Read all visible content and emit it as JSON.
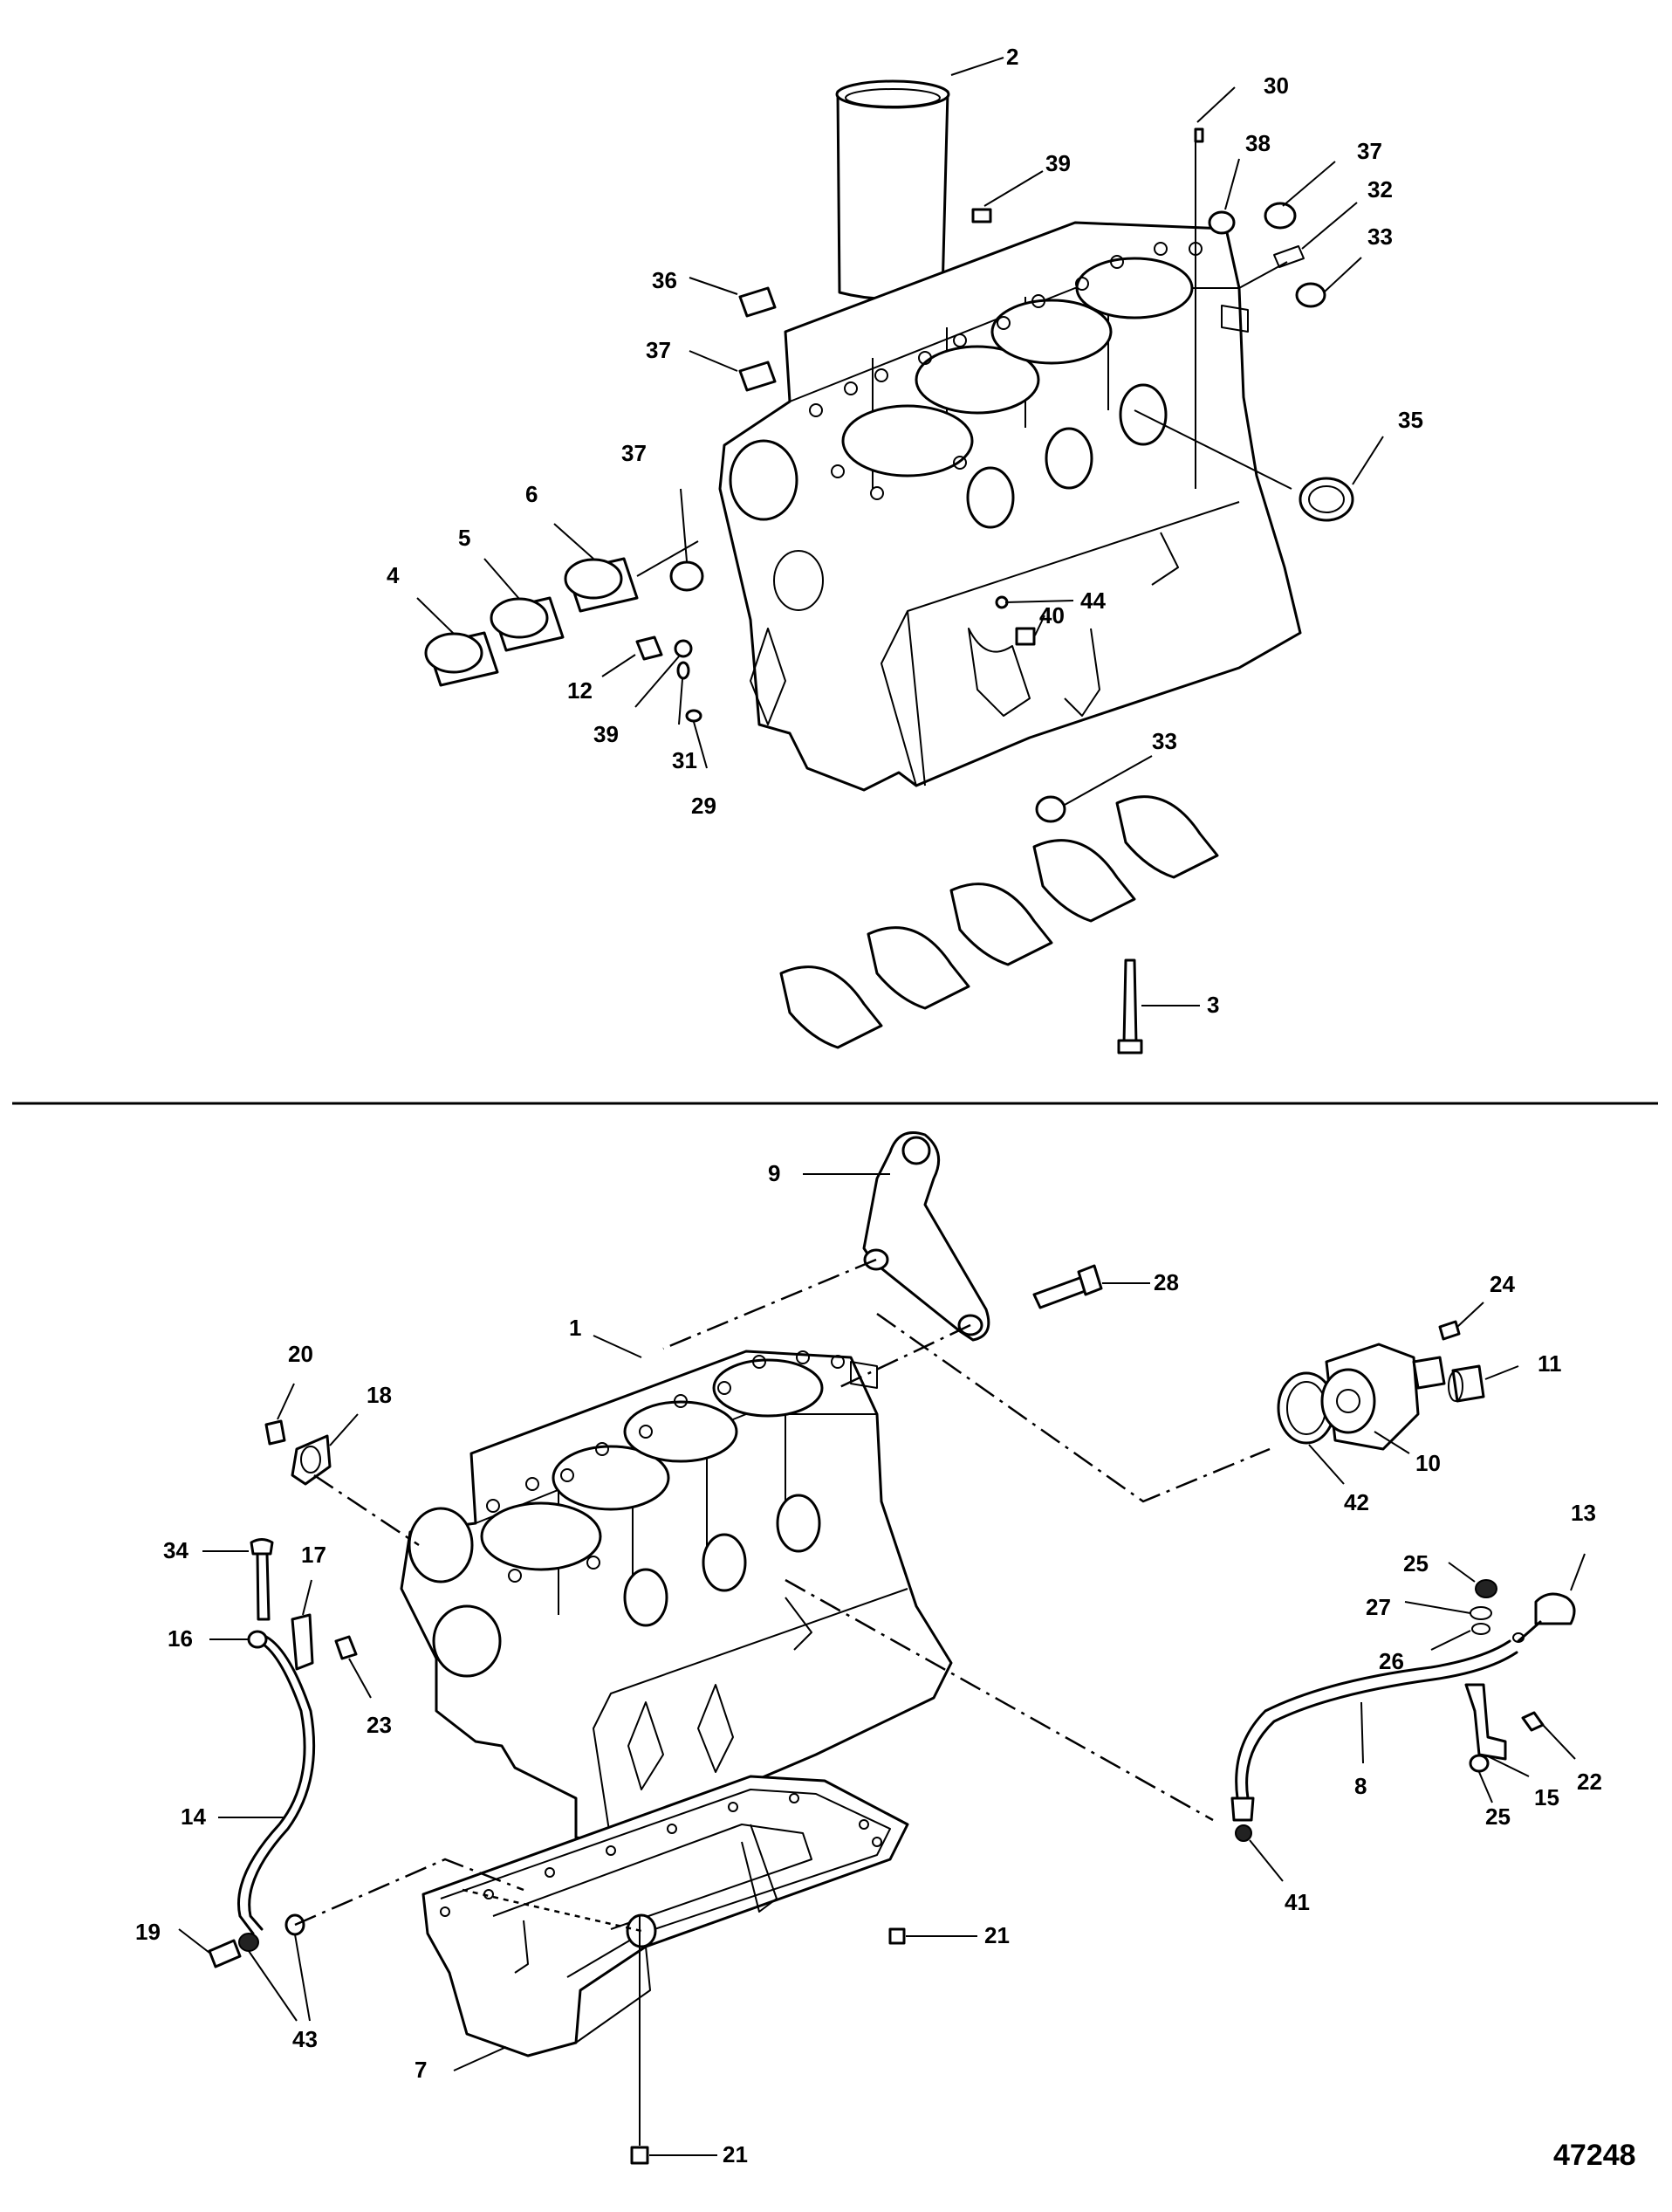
{
  "diagram": {
    "figure_number": "47248",
    "upper_assembly": {
      "callouts": [
        "2",
        "30",
        "39",
        "38",
        "37",
        "32",
        "33",
        "36",
        "37",
        "35",
        "37",
        "6",
        "5",
        "4",
        "44",
        "40",
        "12",
        "39",
        "31",
        "29",
        "33",
        "3"
      ]
    },
    "lower_assembly": {
      "callouts": [
        "9",
        "28",
        "1",
        "24",
        "11",
        "20",
        "18",
        "42",
        "10",
        "13",
        "34",
        "17",
        "25",
        "27",
        "26",
        "16",
        "23",
        "8",
        "22",
        "15",
        "25",
        "14",
        "41",
        "19",
        "21",
        "43",
        "7",
        "21"
      ]
    }
  }
}
